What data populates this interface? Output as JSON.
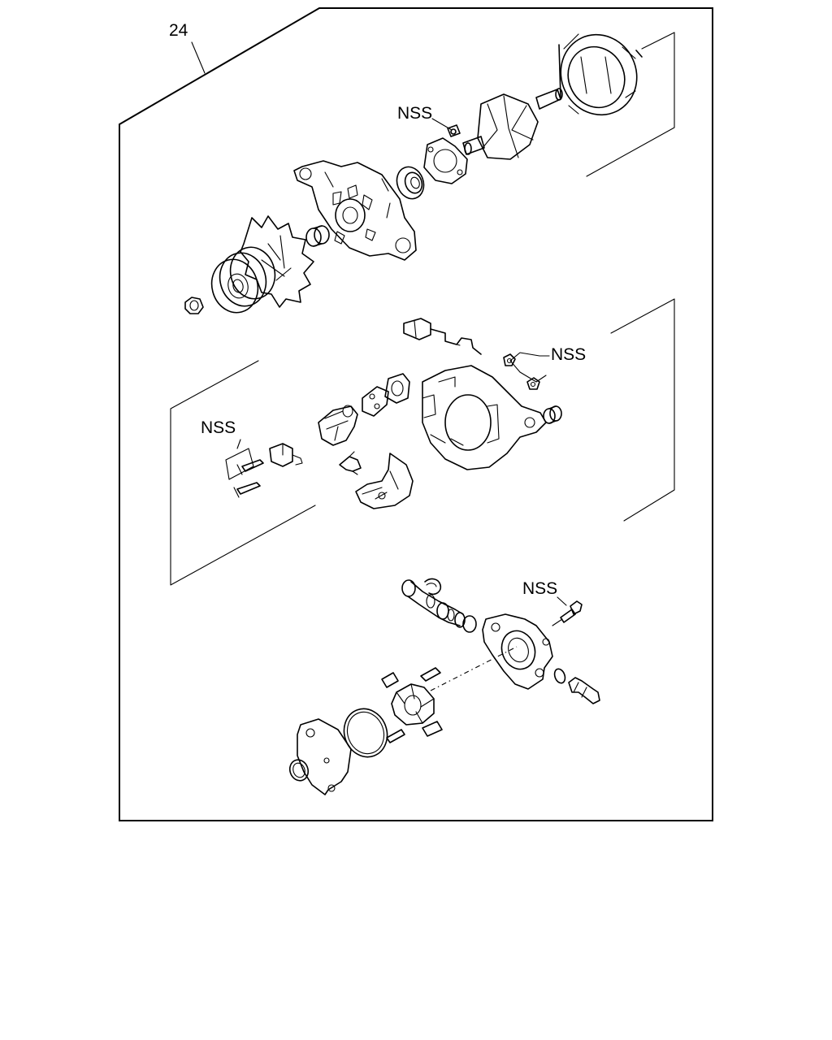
{
  "diagram": {
    "ref_number": "24",
    "labels": {
      "nss_rotor_screw": "NSS",
      "nss_rear_nuts": "NSS",
      "nss_brush_screws": "NSS",
      "nss_pump_bolt": "NSS"
    }
  }
}
